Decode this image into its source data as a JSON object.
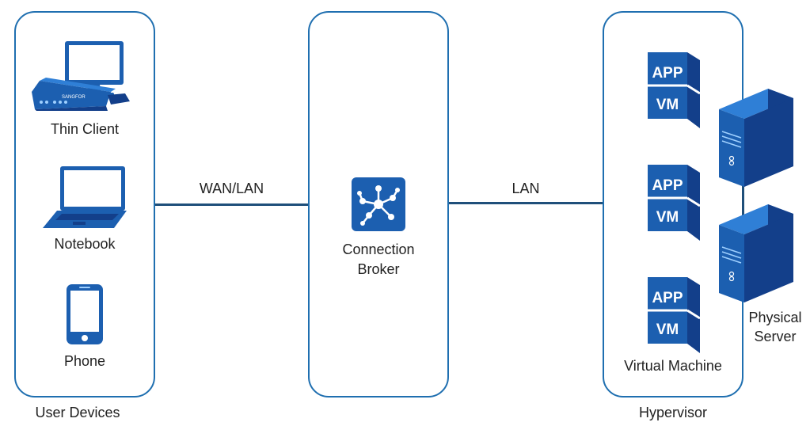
{
  "groups": {
    "user_devices": "User Devices",
    "hypervisor": "Hypervisor"
  },
  "devices": {
    "thin_client": "Thin Client",
    "notebook": "Notebook",
    "phone": "Phone"
  },
  "links": {
    "left": "WAN/LAN",
    "right": "LAN"
  },
  "broker": {
    "line1": "Connection",
    "line2": "Broker"
  },
  "vm": {
    "app": "APP",
    "vm": "VM",
    "label": "Virtual Machine"
  },
  "server": {
    "line1": "Physical",
    "line2": "Server"
  },
  "thin_client_brand": "SANGFOR",
  "colors": {
    "panel_border": "#1f6fb0",
    "icon_blue": "#1c5fb0",
    "icon_dark": "#133f8a",
    "link_line": "#1f4f7a"
  }
}
